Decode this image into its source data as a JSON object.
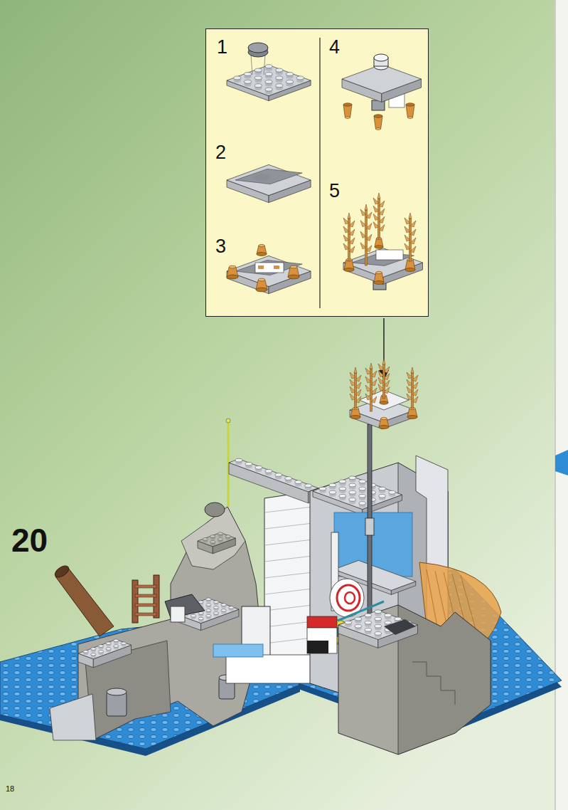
{
  "diagram": {
    "nodes": [
      {
        "text": [
          "1",
          "2",
          "3",
          "4",
          "5"
        ]
      }
    ],
    "labels": [
      "20",
      "18"
    ]
  }
}
